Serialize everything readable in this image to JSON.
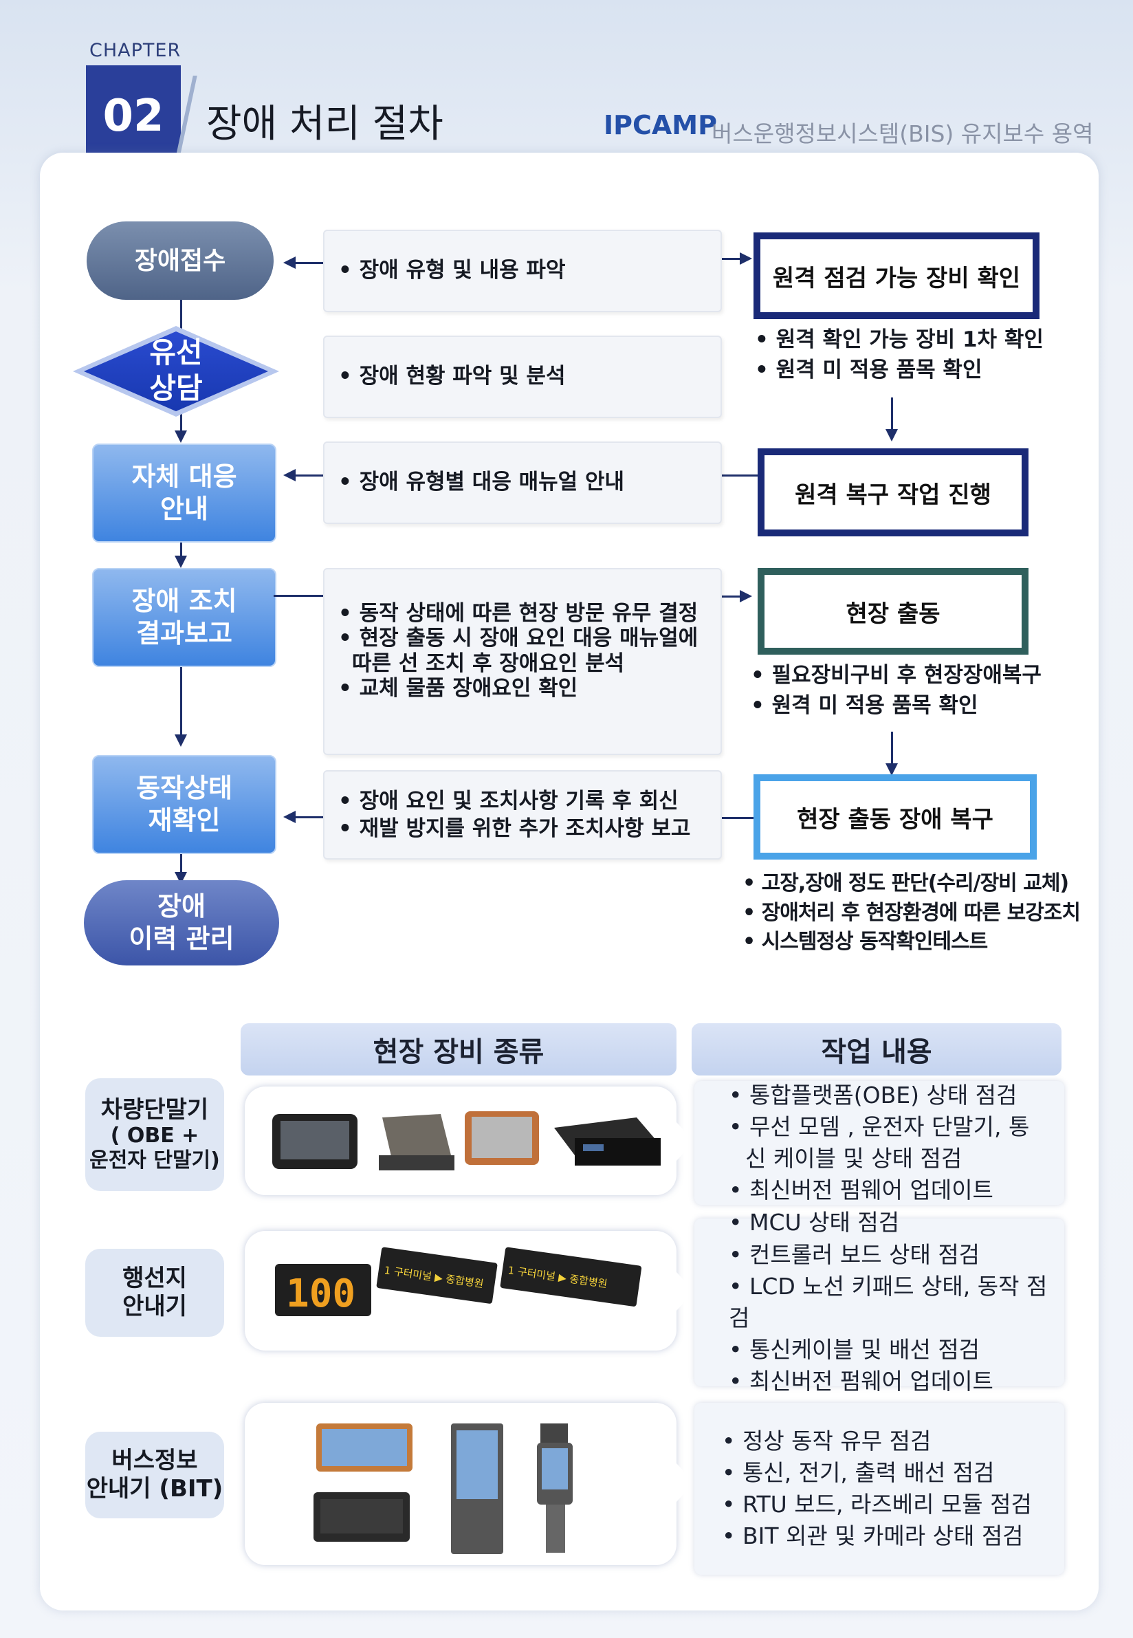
{
  "header": {
    "chapter_label": "CHAPTER",
    "chapter_number": "02",
    "title": "장애 처리 절차",
    "brand": "IPCAMP",
    "project": "버스운행정보시스템(BIS) 유지보수 용역"
  },
  "flow": {
    "left": {
      "receive": "장애접수",
      "consult_line1": "유선",
      "consult_line2": "상담",
      "self_line1": "자체 대응",
      "self_line2": "안내",
      "report_line1": "장애 조치",
      "report_line2": "결과보고",
      "recheck_line1": "동작상태",
      "recheck_line2": "재확인",
      "history_line1": "장애",
      "history_line2": "이력 관리"
    },
    "middle": {
      "d1": [
        "장애 유형 및 내용 파악"
      ],
      "d2": [
        "장애 현황 파악 및 분석"
      ],
      "d3": [
        "장애 유형별 대응 매뉴얼 안내"
      ],
      "d4": [
        "동작 상태에 따른 현장 방문 유무 결정",
        "현장 출동 시 장애 요인 대응 매뉴얼에 따른 선 조치 후 장애요인 분석",
        "교체 물품 장애요인 확인"
      ],
      "d5": [
        "장애 요인 및 조치사항 기록 후 회신",
        "재발 방지를 위한 추가 조치사항 보고"
      ]
    },
    "right": {
      "remote_check": "원격 점검 가능 장비 확인",
      "remote_check_notes": [
        "원격 확인 가능 장비 1차 확인",
        "원격 미 적용 품목 확인"
      ],
      "remote_recover": "원격 복구 작업 진행",
      "onsite": "현장 출동",
      "onsite_notes": [
        "필요장비구비 후 현장장애복구",
        "원격 미 적용 품목 확인"
      ],
      "onsite_recover": "현장 출동 장애 복구",
      "onsite_recover_notes": [
        "고장,장애 정도 판단(수리/장비 교체)",
        "장애처리 후 현장환경에 따른 보강조치",
        "시스템정상 동작확인테스트"
      ]
    },
    "colors": {
      "navy": "#1a2a78",
      "teal": "#2f5f5c",
      "sky": "#4aa3e8"
    }
  },
  "equipment": {
    "col_headers": [
      "현장 장비 종류",
      "작업 내용"
    ],
    "rows": [
      {
        "category": [
          "차량단말기",
          "( OBE +",
          "운전자 단말기)"
        ],
        "tasks": [
          "통합플랫폼(OBE) 상태 점검",
          "무선 모뎀 , 운전자 단말기, 통신 케이블 및 상태 점검",
          "최신버전 펌웨어 업데이트"
        ]
      },
      {
        "category": [
          "행선지",
          "안내기"
        ],
        "display_text": [
          "100",
          "1 구터미널 ▶ 종합병원",
          "1 구터미널 ▶ 종합병원"
        ],
        "tasks": [
          "MCU 상태 점검",
          "컨트롤러 보드 상태 점검",
          "LCD 노선 키패드 상태, 동작 점검",
          "통신케이블 및 배선 점검",
          "최신버전 펌웨어 업데이트"
        ]
      },
      {
        "category": [
          "버스정보",
          "안내기 (BIT)"
        ],
        "tasks": [
          "정상 동작 유무 점검",
          "통신, 전기, 출력 배선 점검",
          "RTU 보드, 라즈베리 모듈 점검",
          "BIT 외관 및 카메라 상태 점검"
        ]
      }
    ]
  }
}
